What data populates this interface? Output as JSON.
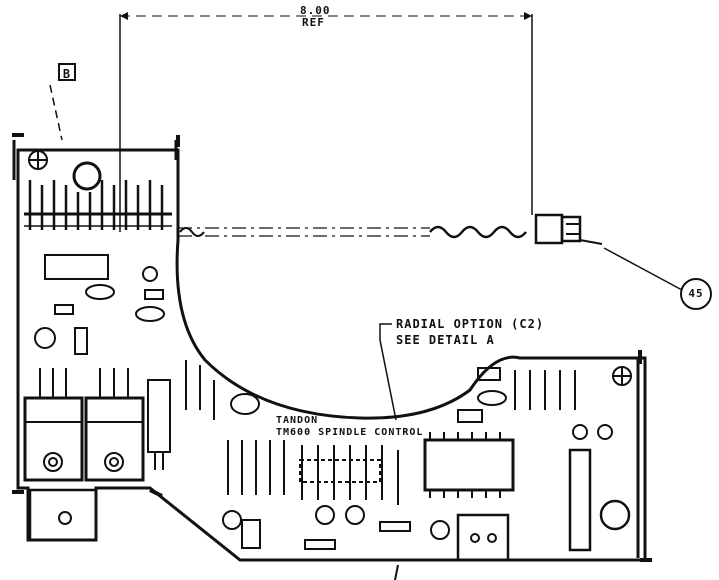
{
  "dimension": {
    "value": "8.00",
    "ref": "REF"
  },
  "callouts": {
    "b": "B",
    "cable": "45"
  },
  "notes": {
    "radial_line1": "RADIAL OPTION (C2)",
    "radial_line2": "SEE DETAIL A"
  },
  "board_marking": {
    "line1": "TANDON",
    "line2": "TM600 SPINDLE CONTROL"
  }
}
